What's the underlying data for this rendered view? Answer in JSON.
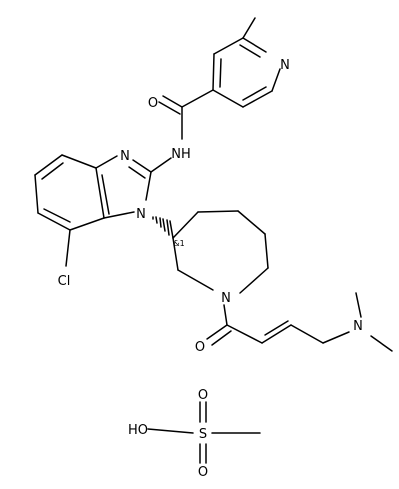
{
  "atoms": {
    "pyridine_n": "N",
    "amide_o": "O",
    "amide_nh": "NH",
    "imidazole_n": "N",
    "benzimidazole_n1": "N",
    "chlorine": "Cl",
    "stereo_label": "&1",
    "azepane_n": "N",
    "enone_o": "O",
    "dimethylamine_n": "N",
    "sulfonic_ho": "HO",
    "sulfur": "S",
    "sulfonyl_o_top": "O",
    "sulfonyl_o_bottom": "O"
  },
  "colors": {
    "bond": "#000000",
    "label": "#000000",
    "background": "#ffffff"
  }
}
